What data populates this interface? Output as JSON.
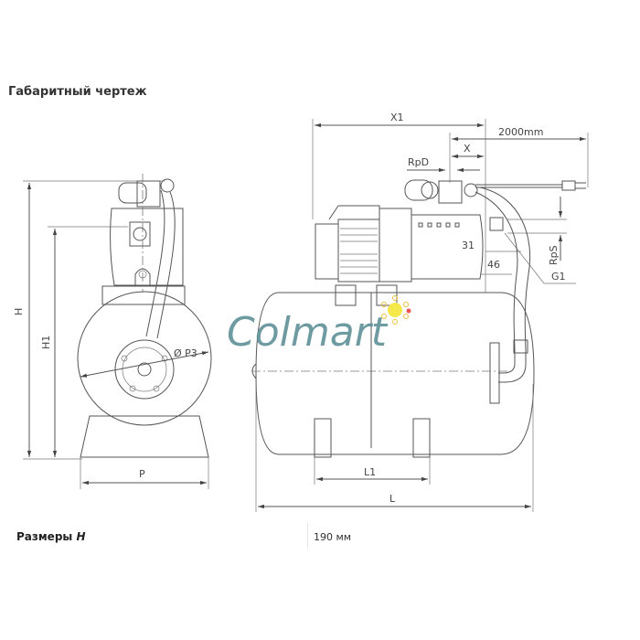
{
  "heading": "Габаритный чертеж",
  "drawing": {
    "left_view_labels": {
      "H": "H",
      "H1": "H1",
      "P": "P",
      "P3": "Ø P3"
    },
    "right_view_labels": {
      "X1": "X1",
      "X": "X",
      "cable": "2000mm",
      "RpD": "RpD",
      "dim31": "31",
      "dim46": "46",
      "RpS": "RpS",
      "G1": "G1",
      "L1": "L1",
      "L": "L"
    },
    "watermark": "Colmart"
  },
  "specs": {
    "label": "Размеры",
    "label_var": "H",
    "value": "190 мм"
  }
}
